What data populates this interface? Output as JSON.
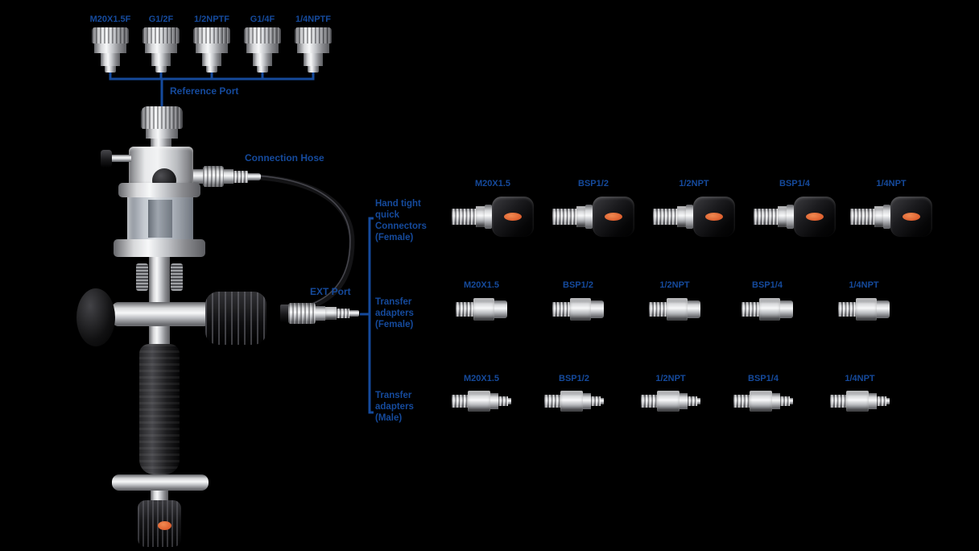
{
  "colors": {
    "background": "#000000",
    "accent_blue": "#154a9c",
    "indicator_orange": "#dd5f2e"
  },
  "reference_ports": {
    "label": "Reference Port",
    "adapters": [
      "M20X1.5F",
      "G1/2F",
      "1/2NPTF",
      "G1/4F",
      "1/4NPTF"
    ]
  },
  "connection_hose_label": "Connection Hose",
  "ext_port_label": "EXT Port",
  "ext_groups": [
    {
      "label": "Hand tight\nquick\nConnectors\n(Female)",
      "adapters": [
        "M20X1.5",
        "BSP1/2",
        "1/2NPT",
        "BSP1/4",
        "1/4NPT"
      ]
    },
    {
      "label": "Transfer\nadapters\n(Female)",
      "adapters": [
        "M20X1.5",
        "BSP1/2",
        "1/2NPT",
        "BSP1/4",
        "1/4NPT"
      ]
    },
    {
      "label": "Transfer\nadapters\n(Male)",
      "adapters": [
        "M20X1.5",
        "BSP1/2",
        "1/2NPT",
        "BSP1/4",
        "1/4NPT"
      ]
    }
  ]
}
